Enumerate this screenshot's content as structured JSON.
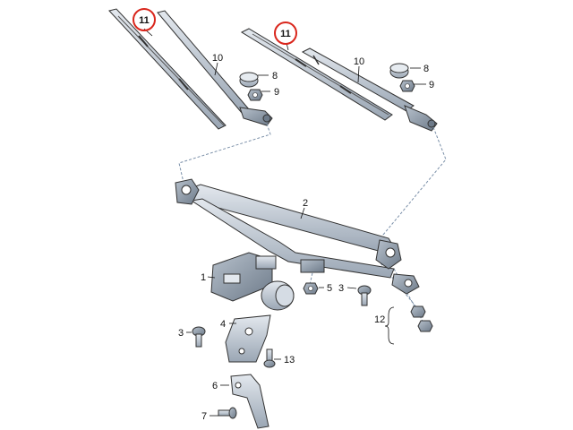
{
  "callouts": {
    "blade_left": "11",
    "blade_right": "11",
    "arm_left": "10",
    "arm_right": "10",
    "cap_left": "8",
    "cap_right": "8",
    "nut_left": "9",
    "nut_right": "9",
    "linkage": "2",
    "motor": "1",
    "nut_center": "5",
    "bolt_center": "3",
    "bolt_left": "3",
    "bracket": "4",
    "bolt_bracket": "13",
    "mount": "6",
    "bolt_mount": "7",
    "group_fasteners": "12"
  },
  "colors": {
    "part_fill": "#c9d2dc",
    "part_dark": "#8e9aa8",
    "highlight_circle": "#d9261c",
    "dash_line": "#7a8fa8"
  }
}
